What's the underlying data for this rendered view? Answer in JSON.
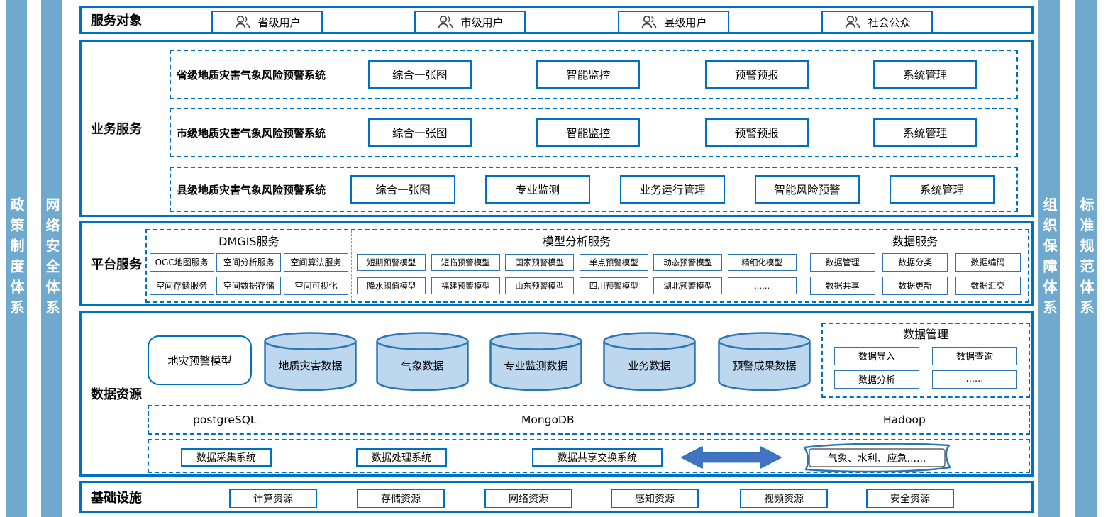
{
  "pillars": {
    "left": [
      {
        "label": "政策制度体系"
      },
      {
        "label": "网络安全体系"
      }
    ],
    "right": [
      {
        "label": "组织保障体系"
      },
      {
        "label": "标准规范体系"
      }
    ]
  },
  "service_targets": {
    "label": "服务对象",
    "users": [
      "省级用户",
      "市级用户",
      "县级用户",
      "社会公众"
    ]
  },
  "business_services": {
    "label": "业务服务",
    "systems": [
      {
        "name": "省级地质灾害气象风险预警系统",
        "modules": [
          "综合一张图",
          "智能监控",
          "预警预报",
          "系统管理"
        ]
      },
      {
        "name": "市级地质灾害气象风险预警系统",
        "modules": [
          "综合一张图",
          "智能监控",
          "预警预报",
          "系统管理"
        ]
      },
      {
        "name": "县级地质灾害气象风险预警系统",
        "modules": [
          "综合一张图",
          "专业监测",
          "业务运行管理",
          "智能风险预警",
          "系统管理"
        ]
      }
    ]
  },
  "platform_services": {
    "label": "平台服务",
    "groups": [
      {
        "name": "DMGIS服务",
        "items": [
          "OGC地图服务",
          "空间分析服务",
          "空间算法服务",
          "空间存储服务",
          "空间数据存储",
          "空间可视化"
        ]
      },
      {
        "name": "模型分析服务",
        "items": [
          "短期预警模型",
          "短临预警模型",
          "国家预警模型",
          "单点预警模型",
          "动态预警模型",
          "精细化模型",
          "降水阈值模型",
          "福建预警模型",
          "山东预警模型",
          "四川预警模型",
          "湖北预警模型",
          "......"
        ]
      },
      {
        "name": "数据服务",
        "items": [
          "数据管理",
          "数据分类",
          "数据编码",
          "数据共享",
          "数据更新",
          "数据汇交"
        ]
      }
    ]
  },
  "data_resources": {
    "label": "数据资源",
    "model_box": "地灾预警模型",
    "cylinders": [
      "地质灾害数据",
      "气象数据",
      "专业监测数据",
      "业务数据",
      "预警成果数据"
    ],
    "data_management": {
      "label": "数据管理",
      "items": [
        "数据导入",
        "数据查询",
        "数据分析",
        "......"
      ]
    },
    "databases": [
      "postgreSQL",
      "MongoDB",
      "Hadoop"
    ],
    "systems": [
      "数据采集系统",
      "数据处理系统",
      "数据共享交换系统"
    ],
    "external_systems": "气象、水利、应急......"
  },
  "infrastructure": {
    "label": "基础设施",
    "resources": [
      "计算资源",
      "存储资源",
      "网络资源",
      "感知资源",
      "视频资源",
      "安全资源"
    ]
  },
  "icons": {
    "user": "user-icon",
    "exchange_arrow": "double-arrow-icon"
  },
  "colors": {
    "accent_blue": "#0070c0",
    "chip_border": "#2e75b6",
    "pillar_blue": "#6fa9ce",
    "cylinder_fill": "#bdd7ee",
    "cylinder_border": "#2e75b6",
    "arrow_fill": "#4472c4"
  }
}
